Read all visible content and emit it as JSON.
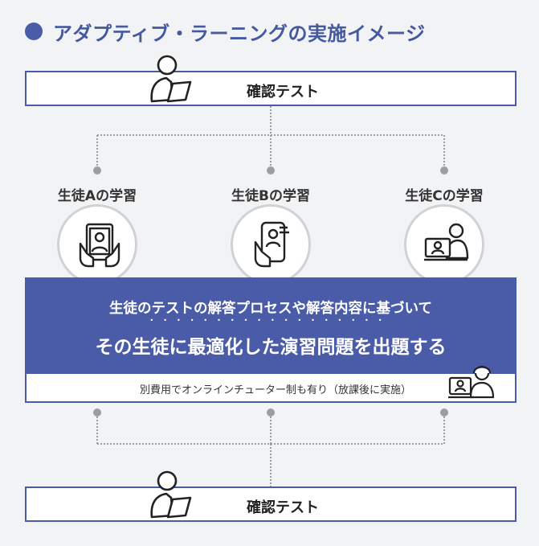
{
  "title": "アダプティブ・ラーニングの実施イメージ",
  "top_test": {
    "label": "確認テスト"
  },
  "students": [
    {
      "label": "生徒Aの学習",
      "icon": "tablet-icon"
    },
    {
      "label": "生徒Bの学習",
      "icon": "smartphone-icon"
    },
    {
      "label": "生徒Cの学習",
      "icon": "laptop-icon"
    }
  ],
  "band": {
    "line1": "生徒のテストの解答プロセスや解答内容に基づいて",
    "line2": "その生徒に最適化した演習問題を出題する"
  },
  "tutor": {
    "text": "別費用でオンラインチューター制も有り（放課後に実施）",
    "icon": "headset-tutor-icon"
  },
  "bottom_test": {
    "label": "確認テスト"
  },
  "colors": {
    "accent": "#4a5ca8",
    "background": "#f2f3f4",
    "connector": "#9a9da1"
  }
}
